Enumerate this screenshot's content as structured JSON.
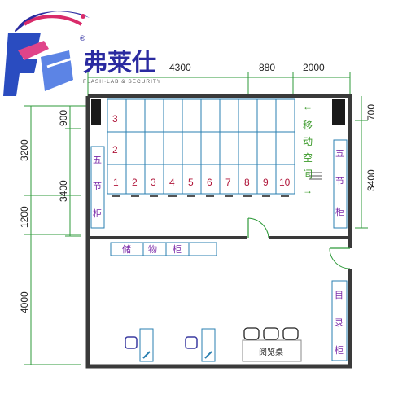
{
  "brand": {
    "name": "弗莱仕",
    "tagline": "FLASH·LAB & SECURITY",
    "registered_mark": "®"
  },
  "dimensions": {
    "top": [
      "4300",
      "880",
      "2000"
    ],
    "left": [
      "3200",
      "1200",
      "4000"
    ],
    "inner_left": [
      "900",
      "3400"
    ],
    "right": [
      "700",
      "3400"
    ]
  },
  "shelves": {
    "columns": [
      "1",
      "2",
      "3",
      "4",
      "5",
      "6",
      "7",
      "8",
      "9",
      "10"
    ],
    "row_labels": [
      "3",
      "2"
    ]
  },
  "rooms": {
    "mobile_space": [
      "移",
      "动",
      "空",
      "间"
    ],
    "five_section_cabinet": [
      "五",
      "节",
      "柜"
    ],
    "storage_cabinet": [
      "储",
      "物",
      "柜"
    ],
    "catalog_cabinet": [
      "目",
      "录",
      "柜"
    ],
    "reading_table": "阅览桌"
  },
  "colors": {
    "wall": "#3a3a3a",
    "dimension_line": "#2e9a3a",
    "shelf_line": "#2a7fb0",
    "number_red": "#b0163a",
    "text_green": "#3b9a2a",
    "cabinet_purple": "#7a2aa8"
  }
}
